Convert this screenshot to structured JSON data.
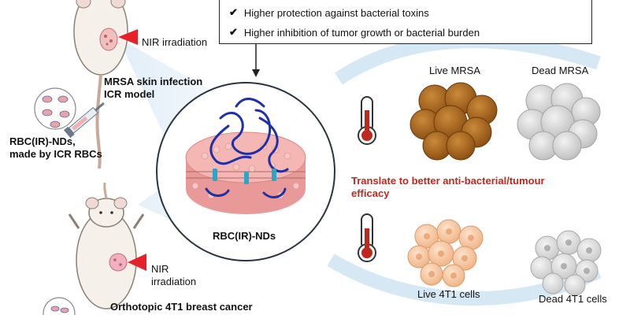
{
  "callout": {
    "items": [
      "Higher protection against bacterial toxins",
      "Higher inhibition of tumor growth or bacterial burden"
    ]
  },
  "labels": {
    "nir_top": "NIR irradiation",
    "mrsa_model_line1": "MRSA skin infection",
    "mrsa_model_line2": "ICR model",
    "rbc_nds_line1": "RBC(IR)-NDs,",
    "rbc_nds_line2": "made by ICR RBCs",
    "nir_bottom_line1": "NIR",
    "nir_bottom_line2": "irradiation",
    "tumor_model_line1": "Orthotopic 4T1 breast cancer",
    "center_label": "RBC(IR)-NDs",
    "translate_line1": "Translate to better anti-bacterial/tumour",
    "translate_line2": "efficacy",
    "live_mrsa": "Live MRSA",
    "dead_mrsa": "Dead MRSA",
    "live_4t1": "Live 4T1 cells",
    "dead_4t1": "Dead 4T1 cells"
  },
  "colors": {
    "accent_red": "#c0281e",
    "protein_blue": "#1f2fa8",
    "membrane_pink": "#f2a3a0",
    "live_mrsa": "#a8641a",
    "cell_peach": "#f6c7a0",
    "arrow_blue": "#bcd9ef"
  },
  "icons": [
    "check-icon",
    "mouse-illustration",
    "syringe-icon",
    "thermometer-icon",
    "laser-beam-icon",
    "nanodisc-illustration"
  ]
}
